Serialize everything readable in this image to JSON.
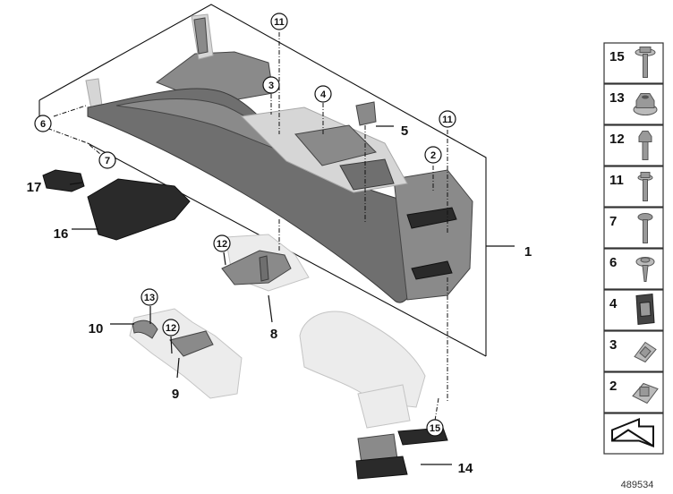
{
  "diagram": {
    "callouts": [
      {
        "label": "1",
        "style": "plain",
        "name": "callout-1"
      },
      {
        "label": "2",
        "style": "circle",
        "name": "callout-2"
      },
      {
        "label": "3",
        "style": "circle",
        "name": "callout-3"
      },
      {
        "label": "4",
        "style": "circle",
        "name": "callout-4"
      },
      {
        "label": "5",
        "style": "plain",
        "name": "callout-5"
      },
      {
        "label": "6",
        "style": "circle",
        "name": "callout-6"
      },
      {
        "label": "7",
        "style": "circle",
        "name": "callout-7"
      },
      {
        "label": "8",
        "style": "plain",
        "name": "callout-8"
      },
      {
        "label": "9",
        "style": "plain",
        "name": "callout-9"
      },
      {
        "label": "10",
        "style": "plain",
        "name": "callout-10"
      },
      {
        "label": "11",
        "style": "circle",
        "name": "callout-11-top"
      },
      {
        "label": "11",
        "style": "circle",
        "name": "callout-11-right"
      },
      {
        "label": "12",
        "style": "circle",
        "name": "callout-12-upper"
      },
      {
        "label": "12",
        "style": "circle",
        "name": "callout-12-lower"
      },
      {
        "label": "13",
        "style": "circle",
        "name": "callout-13"
      },
      {
        "label": "14",
        "style": "plain",
        "name": "callout-14"
      },
      {
        "label": "15",
        "style": "circle",
        "name": "callout-15"
      },
      {
        "label": "16",
        "style": "plain",
        "name": "callout-16"
      },
      {
        "label": "17",
        "style": "plain",
        "name": "callout-17"
      }
    ]
  },
  "legend": {
    "items": [
      {
        "label": "15",
        "icon": "screw-with-washer-icon"
      },
      {
        "label": "13",
        "icon": "hex-nut-with-collar-icon"
      },
      {
        "label": "12",
        "icon": "hex-bolt-icon"
      },
      {
        "label": "11",
        "icon": "hex-flange-screw-icon"
      },
      {
        "label": "7",
        "icon": "round-head-screw-icon"
      },
      {
        "label": "6",
        "icon": "self-tapping-screw-icon"
      },
      {
        "label": "4",
        "icon": "spring-clip-icon"
      },
      {
        "label": "3",
        "icon": "speed-nut-icon"
      },
      {
        "label": "2",
        "icon": "clip-nut-icon"
      },
      {
        "label": "",
        "icon": "installation-direction-arrow-icon"
      }
    ]
  },
  "document_number": "489534"
}
